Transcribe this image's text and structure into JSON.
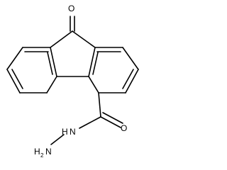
{
  "molecule": {
    "atom_labels": {
      "ketone_oxygen": "O",
      "amide_oxygen": "O",
      "amide_nitrogen": "N",
      "amide_nitrogen_hydrogen": "H",
      "amino_nitrogen": "N",
      "amino_hydrogen": "H",
      "amino_hydrogen_count": "2"
    }
  }
}
